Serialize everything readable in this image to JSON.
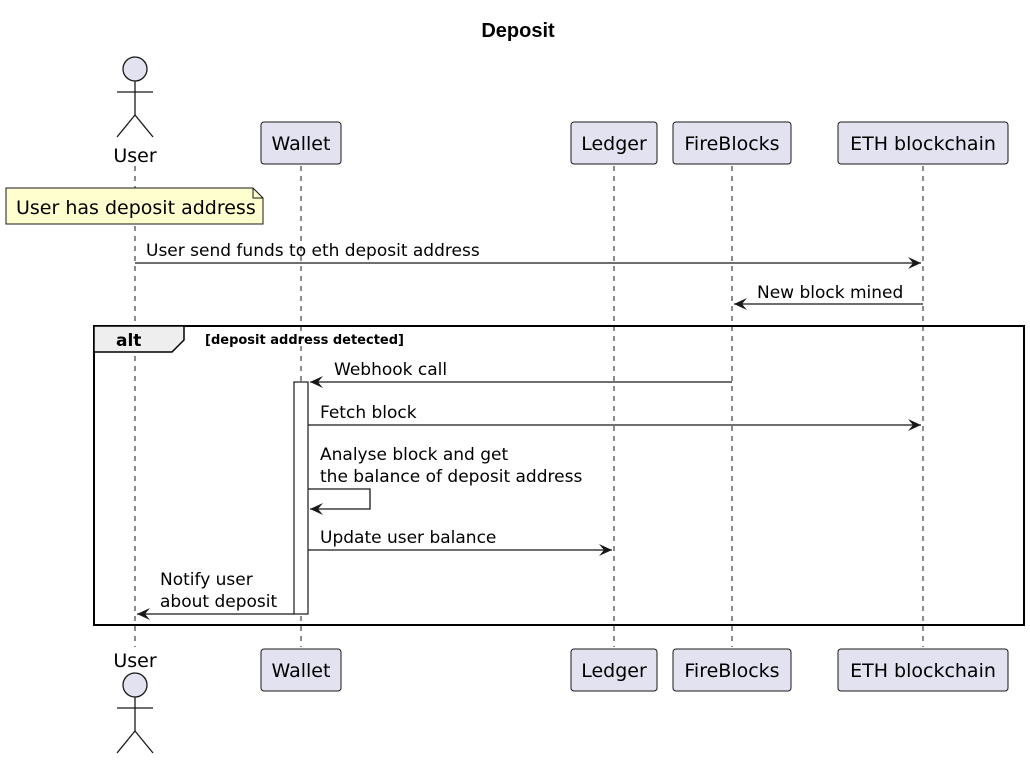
{
  "title": "Deposit",
  "participants": [
    {
      "id": "user",
      "label": "User",
      "kind": "actor"
    },
    {
      "id": "wallet",
      "label": "Wallet",
      "kind": "participant"
    },
    {
      "id": "ledger",
      "label": "Ledger",
      "kind": "participant"
    },
    {
      "id": "fireblocks",
      "label": "FireBlocks",
      "kind": "participant"
    },
    {
      "id": "eth",
      "label": "ETH blockchain",
      "kind": "participant"
    }
  ],
  "note": {
    "text": "User has deposit address",
    "color": "#fefece"
  },
  "messages": [
    {
      "from": "user",
      "to": "eth",
      "lines": [
        "User send funds to eth deposit address"
      ]
    },
    {
      "from": "eth",
      "to": "fireblocks",
      "lines": [
        "New block mined"
      ]
    },
    {
      "from": "fireblocks",
      "to": "wallet",
      "lines": [
        "Webhook call"
      ]
    },
    {
      "from": "wallet",
      "to": "eth",
      "lines": [
        "Fetch block"
      ]
    },
    {
      "from": "wallet",
      "to": "wallet",
      "lines": [
        "Analyse block and get",
        "the balance of deposit address"
      ]
    },
    {
      "from": "wallet",
      "to": "ledger",
      "lines": [
        "Update user balance"
      ]
    },
    {
      "from": "wallet",
      "to": "user",
      "lines": [
        "Notify user",
        "about deposit"
      ]
    }
  ],
  "alt": {
    "label": "alt",
    "guard": "[deposit address detected]"
  },
  "colors": {
    "participant_fill": "#e2e2f0",
    "line": "#181818",
    "note_fill": "#fefece"
  }
}
